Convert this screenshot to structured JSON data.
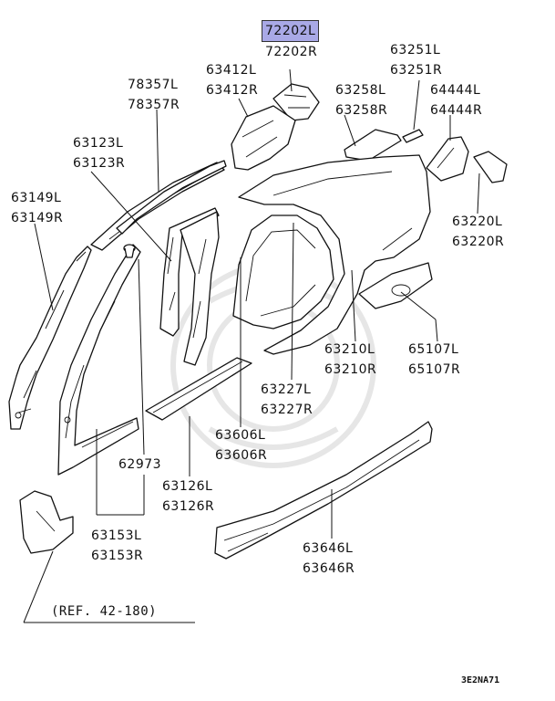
{
  "highlight_color": "#a9a9e6",
  "parts": [
    {
      "id": "72202",
      "left": "72202L",
      "right": "72202R",
      "highlighted": true
    },
    {
      "id": "63251",
      "left": "63251L",
      "right": "63251R"
    },
    {
      "id": "63412",
      "left": "63412L",
      "right": "63412R"
    },
    {
      "id": "78357",
      "left": "78357L",
      "right": "78357R"
    },
    {
      "id": "63258",
      "left": "63258L",
      "right": "63258R"
    },
    {
      "id": "64444",
      "left": "64444L",
      "right": "64444R"
    },
    {
      "id": "63123",
      "left": "63123L",
      "right": "63123R"
    },
    {
      "id": "63149",
      "left": "63149L",
      "right": "63149R"
    },
    {
      "id": "63220",
      "left": "63220L",
      "right": "63220R"
    },
    {
      "id": "63210",
      "left": "63210L",
      "right": "63210R"
    },
    {
      "id": "65107",
      "left": "65107L",
      "right": "65107R"
    },
    {
      "id": "63227",
      "left": "63227L",
      "right": "63227R"
    },
    {
      "id": "63606",
      "left": "63606L",
      "right": "63606R"
    },
    {
      "id": "62973",
      "left": "62973"
    },
    {
      "id": "63126",
      "left": "63126L",
      "right": "63126R"
    },
    {
      "id": "63153",
      "left": "63153L",
      "right": "63153R"
    },
    {
      "id": "63646",
      "left": "63646L",
      "right": "63646R"
    }
  ],
  "reference": "(REF. 42-180)",
  "diagram_code": "3E2NA71"
}
